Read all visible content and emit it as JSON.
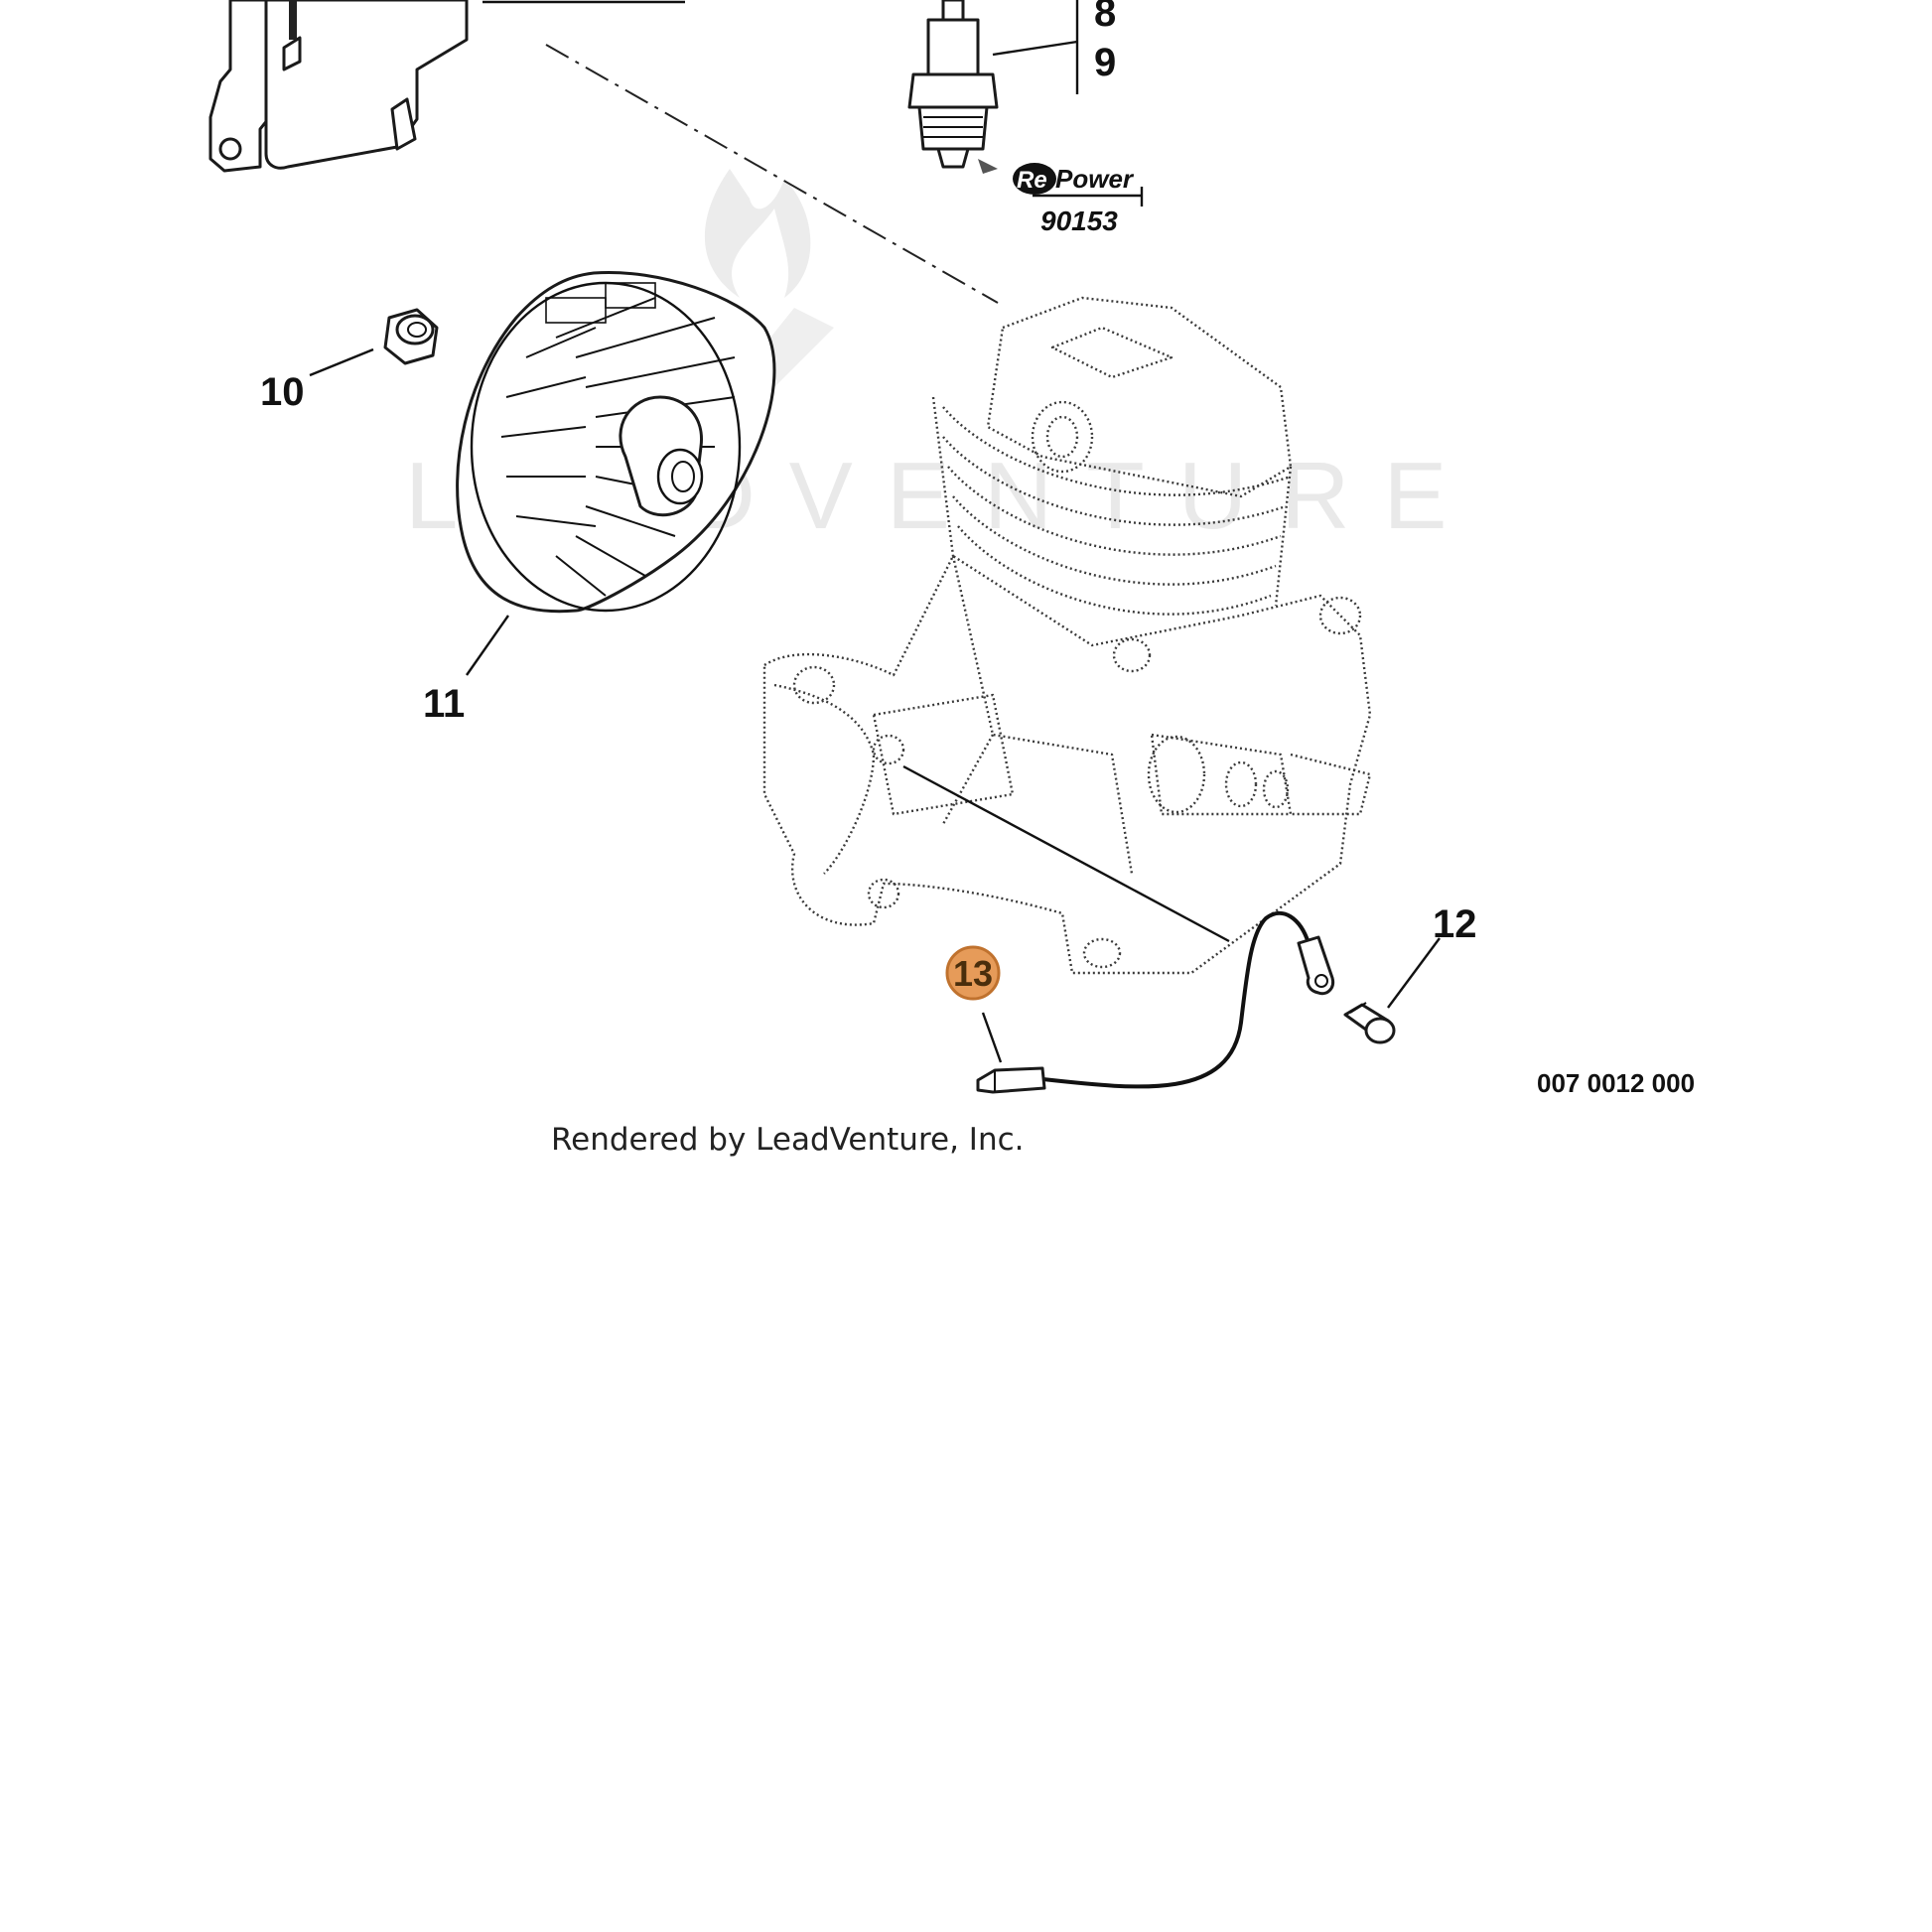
{
  "watermark": {
    "text": "LEADVENTURE"
  },
  "callouts": {
    "c8": "8",
    "c9": "9",
    "c10": "10",
    "c11": "11",
    "c12": "12",
    "c13": "13"
  },
  "highlight": {
    "part": "13",
    "color": "#e69b59",
    "ring_color": "#c0722e"
  },
  "spark_plug_badge": {
    "brand_prefix": "Re",
    "brand_word": "Power",
    "number": "90153"
  },
  "diagram_code": "007 0012 000",
  "credit": "Rendered by LeadVenture, Inc."
}
